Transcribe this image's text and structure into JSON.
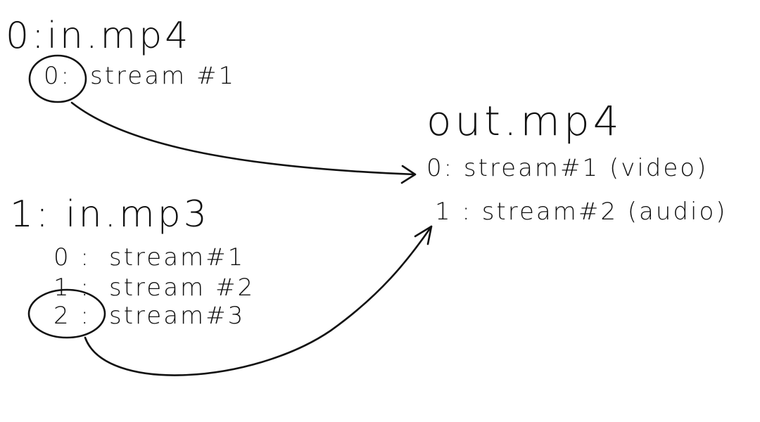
{
  "inputs": [
    {
      "label": "0:in.mp4",
      "streams": [
        {
          "label": "0:",
          "name": "stream #1",
          "selected": true
        }
      ]
    },
    {
      "label": "1: in.mp3",
      "streams": [
        {
          "label": "0 :",
          "name": "stream#1",
          "selected": false
        },
        {
          "label": "1 :",
          "name": "stream #2",
          "selected": false
        },
        {
          "label": "2 :",
          "name": "stream#3",
          "selected": true
        }
      ]
    }
  ],
  "output": {
    "label": "out.mp4",
    "streams": [
      {
        "label": "0: stream#1 (video)"
      },
      {
        "label": "1 : stream#2 (audio)"
      }
    ]
  },
  "mappings": [
    {
      "from": "input 0 stream 0",
      "to": "output stream 0"
    },
    {
      "from": "input 1 stream 2",
      "to": "output stream 1"
    }
  ],
  "colors": {
    "ink": "#111111",
    "background": "#ffffff"
  }
}
